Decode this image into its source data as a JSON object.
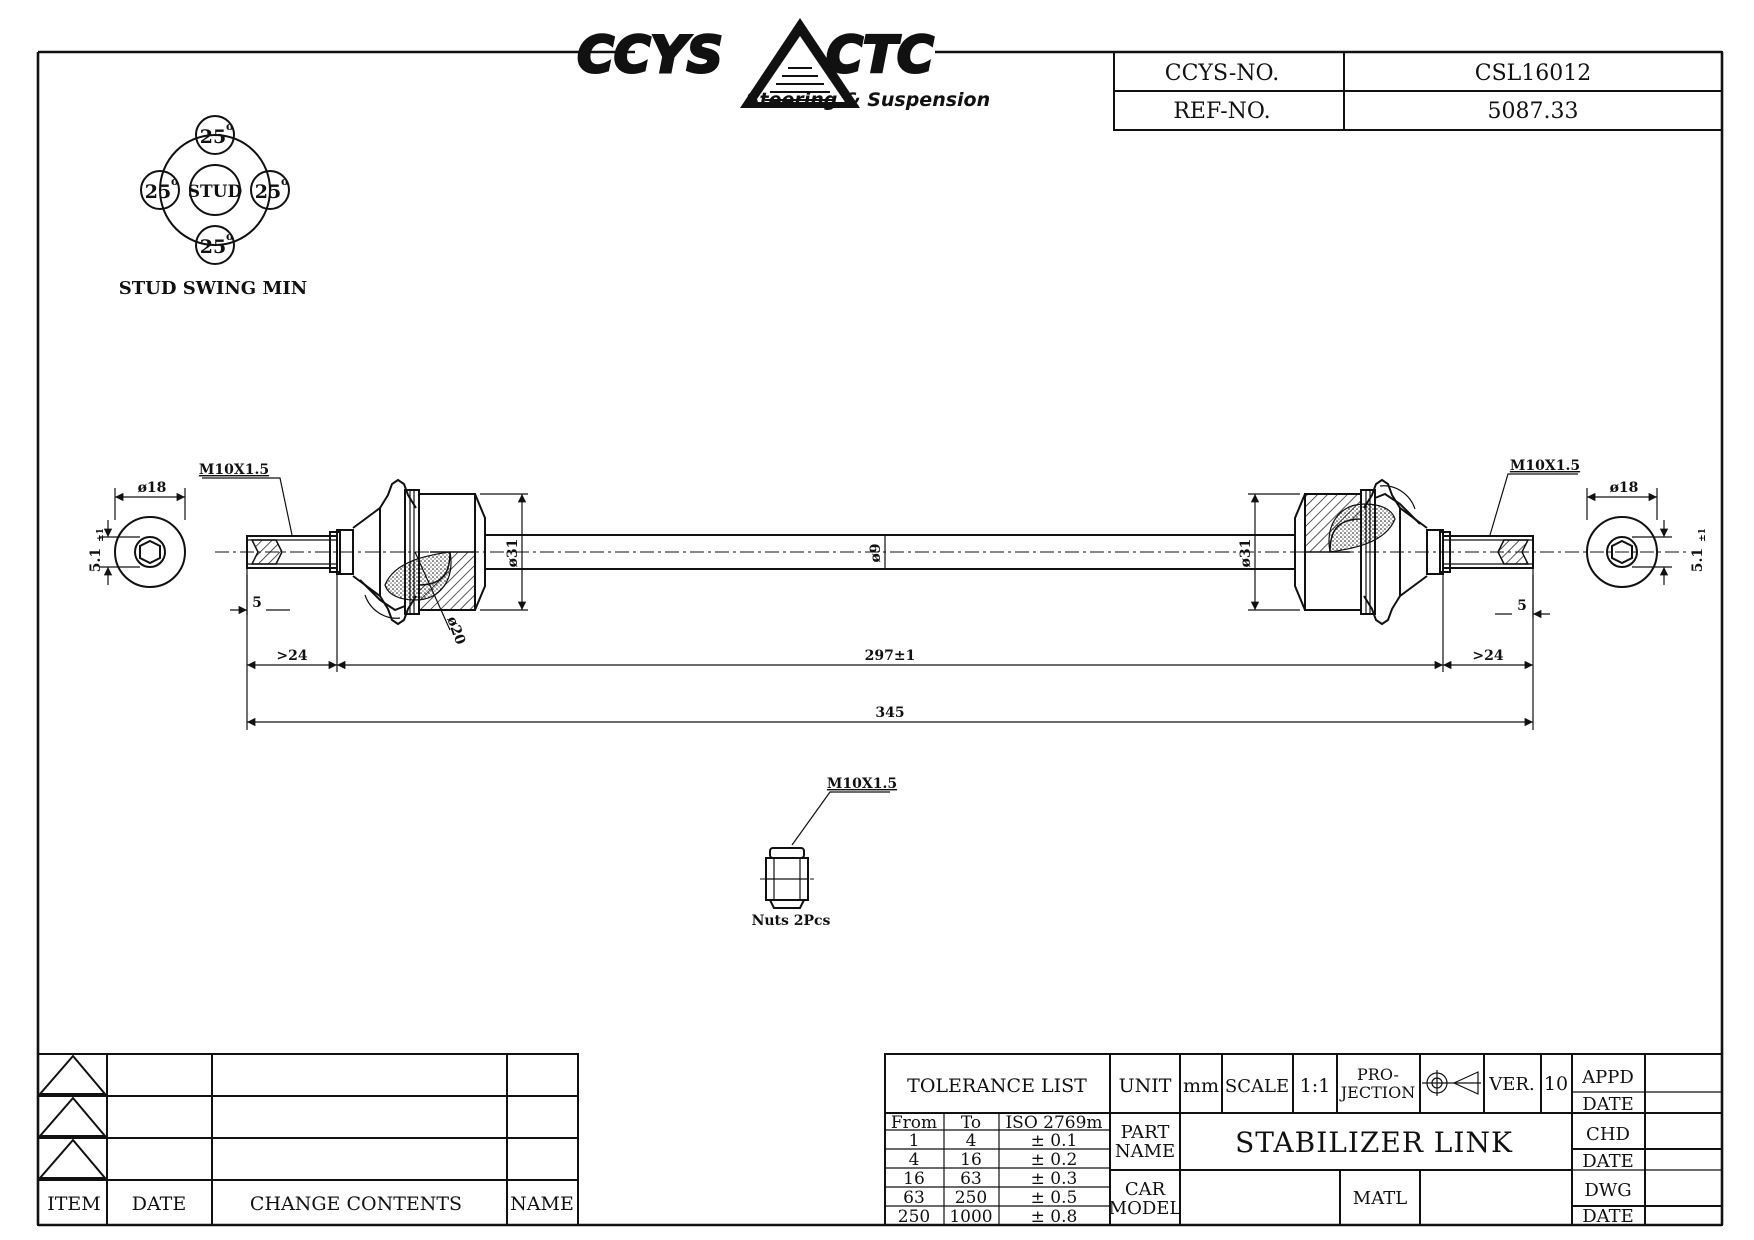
{
  "header": {
    "logo_left": "CCYS",
    "logo_right": "CTC",
    "logo_tagline": "Steering & Suspension",
    "ccys_no_label": "CCYS-NO.",
    "ccys_no_value": "CSL16012",
    "ref_no_label": "REF-NO.",
    "ref_no_value": "5087.33"
  },
  "swing": {
    "center": "STUD",
    "angles": [
      "25",
      "25",
      "25",
      "25"
    ],
    "degree_symbol": "o",
    "caption": "STUD SWING MIN"
  },
  "dims": {
    "thread_left": "M10X1.5",
    "thread_right": "M10X1.5",
    "diam18_left": "ø18",
    "diam18_right": "ø18",
    "side_left": "5.1",
    "side_left_tol": "±1",
    "side_right": "5.1",
    "side_right_tol": "±1",
    "diam31_left": "ø31",
    "diam31_right": "ø31",
    "diam9": "ø9",
    "diam20": "ø20",
    "five_left": "5",
    "five_right": "5",
    "gt24_left": ">24",
    "gt24_right": ">24",
    "center_len": "297±1",
    "total_len": "345"
  },
  "nut": {
    "thread": "M10X1.5",
    "caption": "Nuts 2Pcs"
  },
  "revision_table": {
    "headers": [
      "ITEM",
      "DATE",
      "CHANGE CONTENTS",
      "NAME"
    ]
  },
  "title_block": {
    "tolerance_title": "TOLERANCE LIST",
    "tol_headers": [
      "From",
      "To",
      "ISO 2769m"
    ],
    "tol_rows": [
      [
        "1",
        "4",
        "± 0.1"
      ],
      [
        "4",
        "16",
        "± 0.2"
      ],
      [
        "16",
        "63",
        "± 0.3"
      ],
      [
        "63",
        "250",
        "± 0.5"
      ],
      [
        "250",
        "1000",
        "± 0.8"
      ]
    ],
    "unit_label": "UNIT",
    "unit_value": "mm",
    "scale_label": "SCALE",
    "scale_value": "1:1",
    "projection_label_1": "PRO-",
    "projection_label_2": "JECTION",
    "ver_label": "VER.",
    "ver_value": "10",
    "part_name_label_1": "PART",
    "part_name_label_2": "NAME",
    "part_name_value": "STABILIZER LINK",
    "car_model_label_1": "CAR",
    "car_model_label_2": "MODEL",
    "matl_label": "MATL",
    "appd_label": "APPD",
    "chd_label": "CHD",
    "dwg_label": "DWG",
    "date_label": "DATE"
  }
}
